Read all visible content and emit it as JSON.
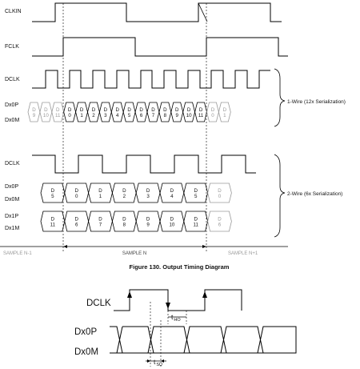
{
  "top": {
    "signals": {
      "clkin": "CLKIN",
      "fclk": "FCLK",
      "dclk1": "DCLK",
      "dx0p1": "Dx0P",
      "dx0m1": "Dx0M",
      "dclk2": "DCLK",
      "dx0p2": "Dx0P",
      "dx0m2": "Dx0M",
      "dx1p2": "Dx1P",
      "dx1m2": "Dx1M"
    },
    "onewire": {
      "label": "1-Wire (12x Serialization)",
      "cells": [
        {
          "t": "D",
          "b": "9",
          "dim": true
        },
        {
          "t": "D",
          "b": "10",
          "dim": true
        },
        {
          "t": "D",
          "b": "11",
          "dim": true
        },
        {
          "t": "D",
          "b": "0",
          "dim": false
        },
        {
          "t": "D",
          "b": "1",
          "dim": false
        },
        {
          "t": "D",
          "b": "2",
          "dim": false
        },
        {
          "t": "D",
          "b": "3",
          "dim": false
        },
        {
          "t": "D",
          "b": "4",
          "dim": false
        },
        {
          "t": "D",
          "b": "5",
          "dim": false
        },
        {
          "t": "D",
          "b": "6",
          "dim": false
        },
        {
          "t": "D",
          "b": "7",
          "dim": false
        },
        {
          "t": "D",
          "b": "8",
          "dim": false
        },
        {
          "t": "D",
          "b": "9",
          "dim": false
        },
        {
          "t": "D",
          "b": "10",
          "dim": false
        },
        {
          "t": "D",
          "b": "11",
          "dim": false
        },
        {
          "t": "D",
          "b": "0",
          "dim": true
        },
        {
          "t": "D",
          "b": "1",
          "dim": true
        }
      ]
    },
    "twowire": {
      "label": "2-Wire (6x Serialization)",
      "dx0_cells": [
        {
          "t": "D",
          "b": "5",
          "dim": false
        },
        {
          "t": "D",
          "b": "0",
          "dim": false
        },
        {
          "t": "D",
          "b": "1",
          "dim": false
        },
        {
          "t": "D",
          "b": "2",
          "dim": false
        },
        {
          "t": "D",
          "b": "3",
          "dim": false
        },
        {
          "t": "D",
          "b": "4",
          "dim": false
        },
        {
          "t": "D",
          "b": "5",
          "dim": false
        },
        {
          "t": "D",
          "b": "0",
          "dim": true
        }
      ],
      "dx1_cells": [
        {
          "t": "D",
          "b": "11",
          "dim": false
        },
        {
          "t": "D",
          "b": "6",
          "dim": false
        },
        {
          "t": "D",
          "b": "7",
          "dim": false
        },
        {
          "t": "D",
          "b": "8",
          "dim": false
        },
        {
          "t": "D",
          "b": "9",
          "dim": false
        },
        {
          "t": "D",
          "b": "10",
          "dim": false
        },
        {
          "t": "D",
          "b": "11",
          "dim": false
        },
        {
          "t": "D",
          "b": "6",
          "dim": true
        }
      ]
    },
    "samples": {
      "prev": "SAMPLE N-1",
      "cur": "SAMPLE N",
      "next": "SAMPLE N+1"
    }
  },
  "figure_caption": "Figure 130.  Output Timing Diagram",
  "bottom": {
    "dclk": "DCLK",
    "dx0p": "Dx0P",
    "dx0m": "Dx0M",
    "tho_main": "t",
    "tho_sub": "HO",
    "tsu_main": "t",
    "tsu_sub": "SU"
  }
}
